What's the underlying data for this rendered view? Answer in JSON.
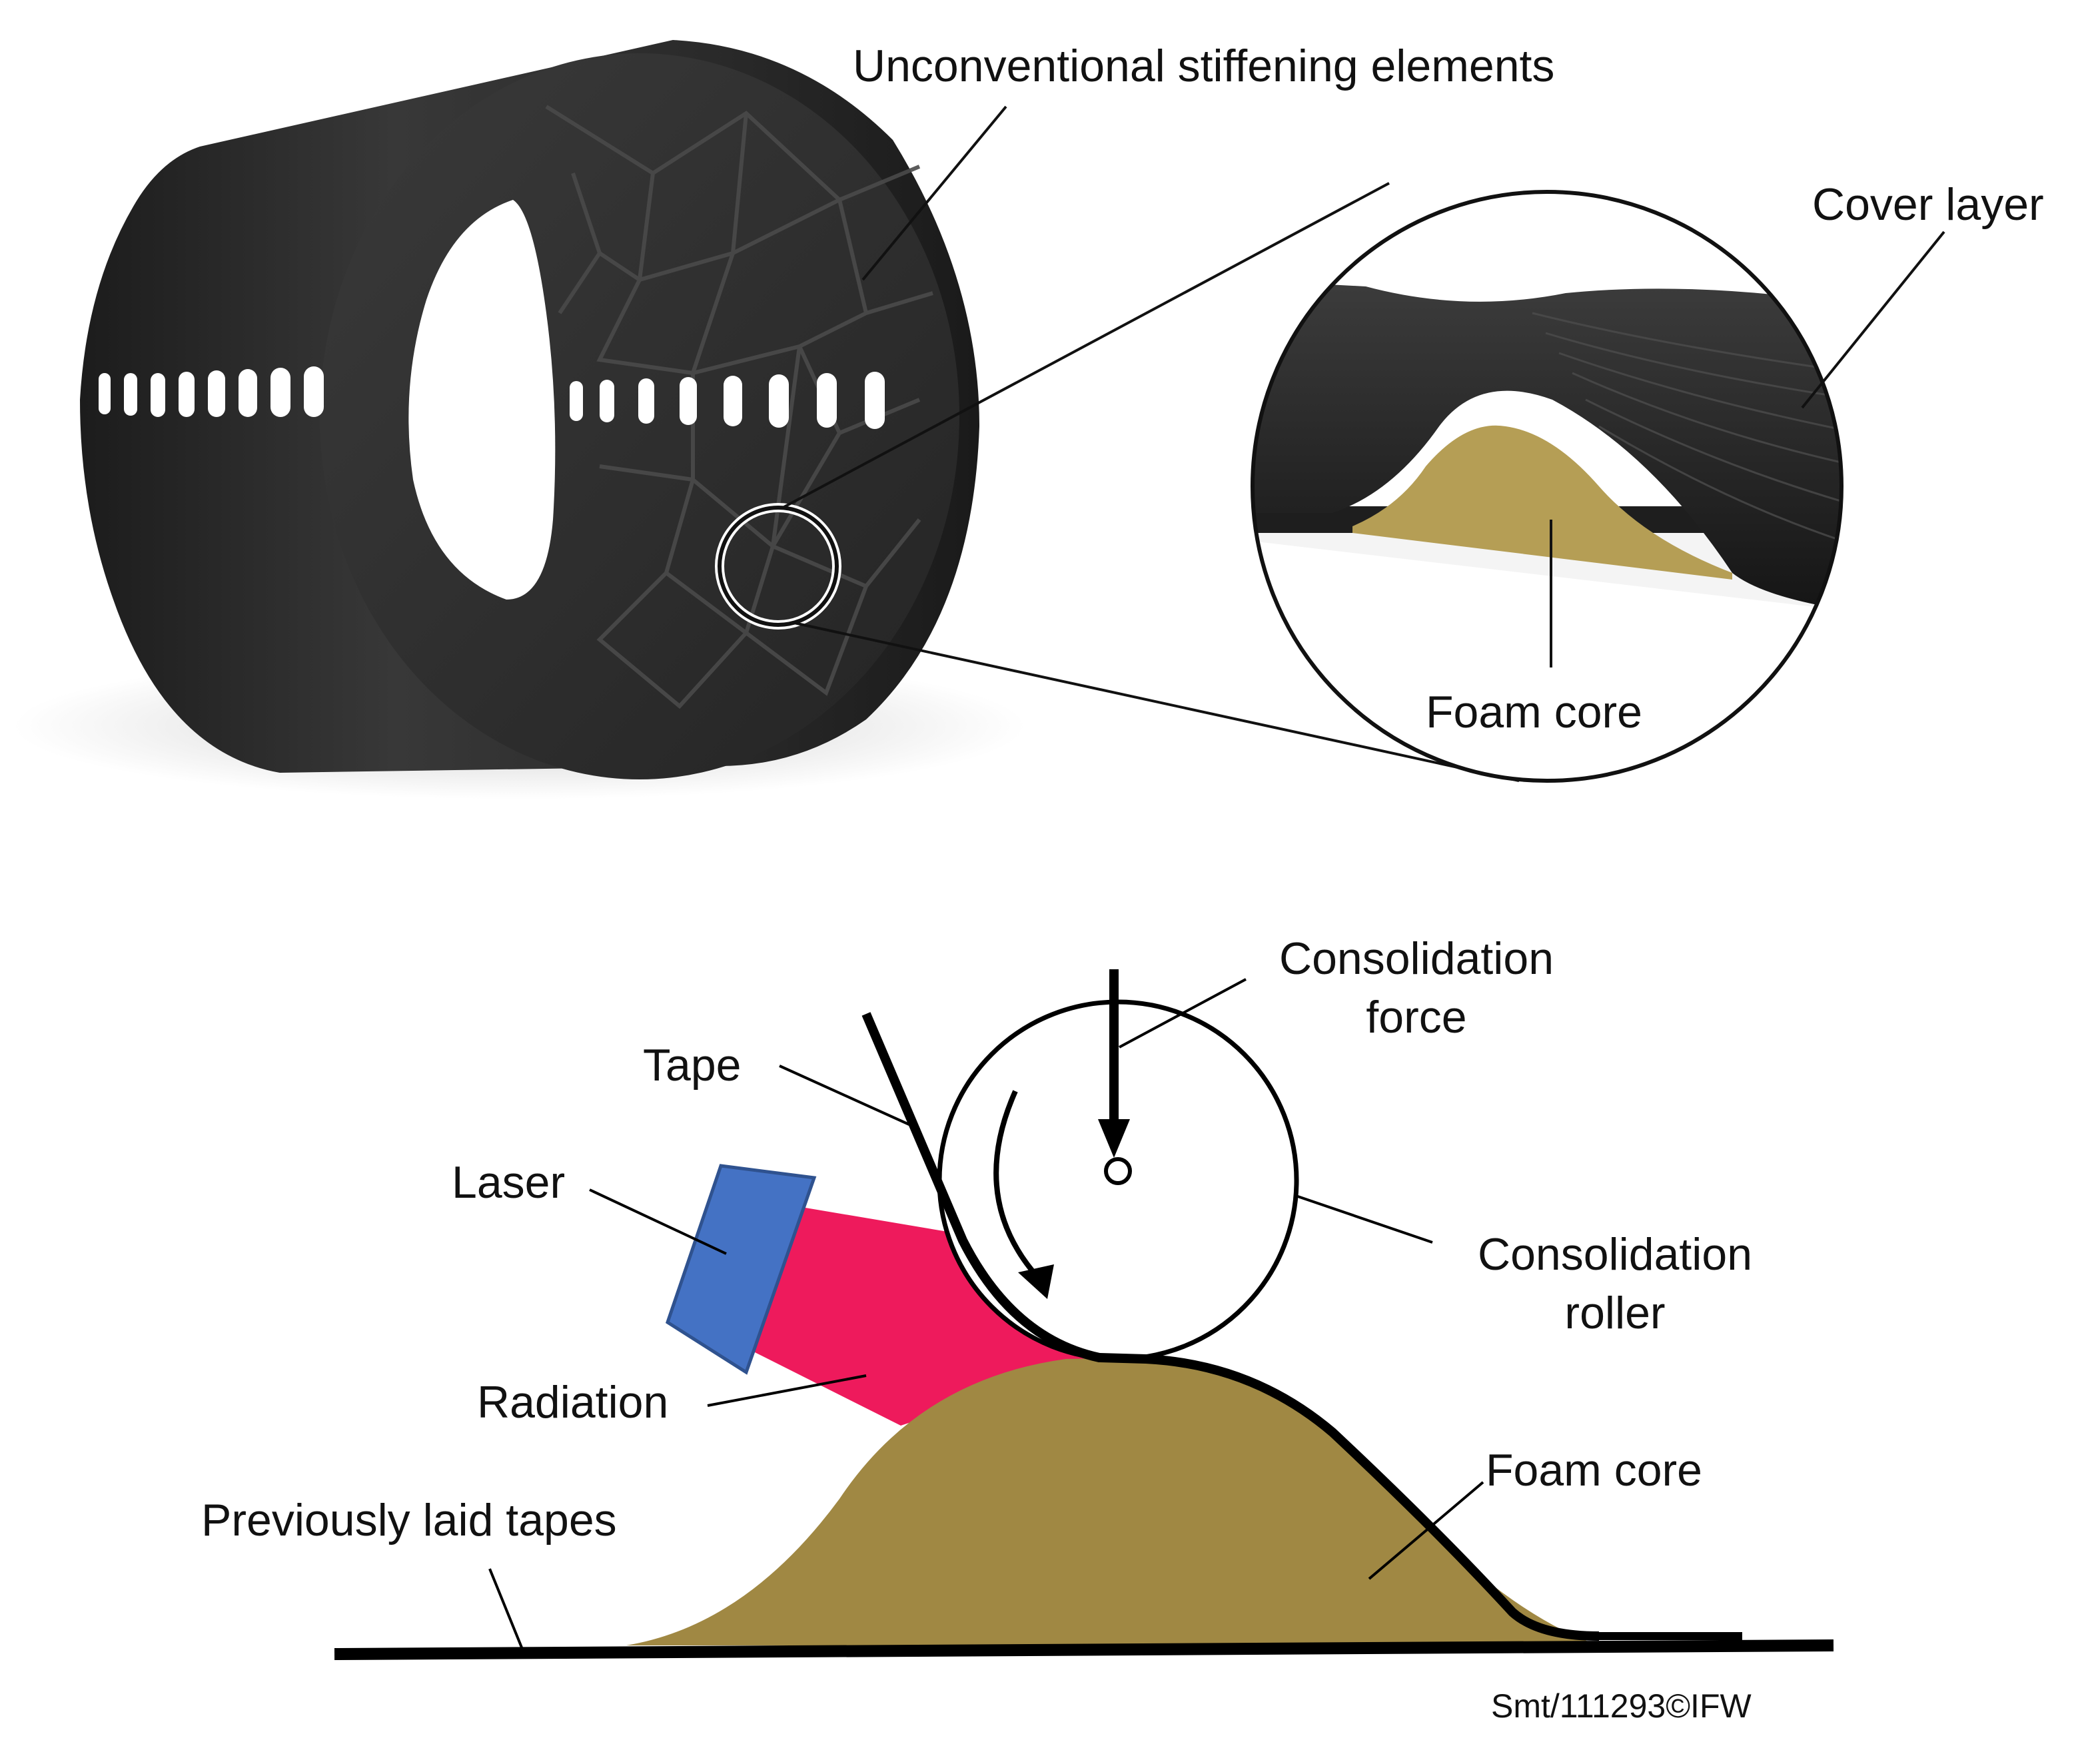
{
  "figure": {
    "top_panel": {
      "labels": {
        "stiffening_elements": "Unconventional stiffening elements",
        "cover_layer": "Cover layer",
        "foam_core": "Foam core"
      }
    },
    "bottom_panel": {
      "labels": {
        "consolidation_force_line1": "Consolidation",
        "consolidation_force_line2": "force",
        "tape": "Tape",
        "laser": "Laser",
        "consolidation_roller_line1": "Consolidation",
        "consolidation_roller_line2": "roller",
        "radiation": "Radiation",
        "foam_core": "Foam core",
        "previously_laid_tapes": "Previously laid tapes"
      }
    },
    "credit": "Smt/111293©IFW"
  },
  "colors": {
    "cylinder": "#2b2b2b",
    "foam_render": "#b59e55",
    "foam_core": "#a08843",
    "laser": "#4472c4",
    "radiation": "#ee1a5c"
  }
}
